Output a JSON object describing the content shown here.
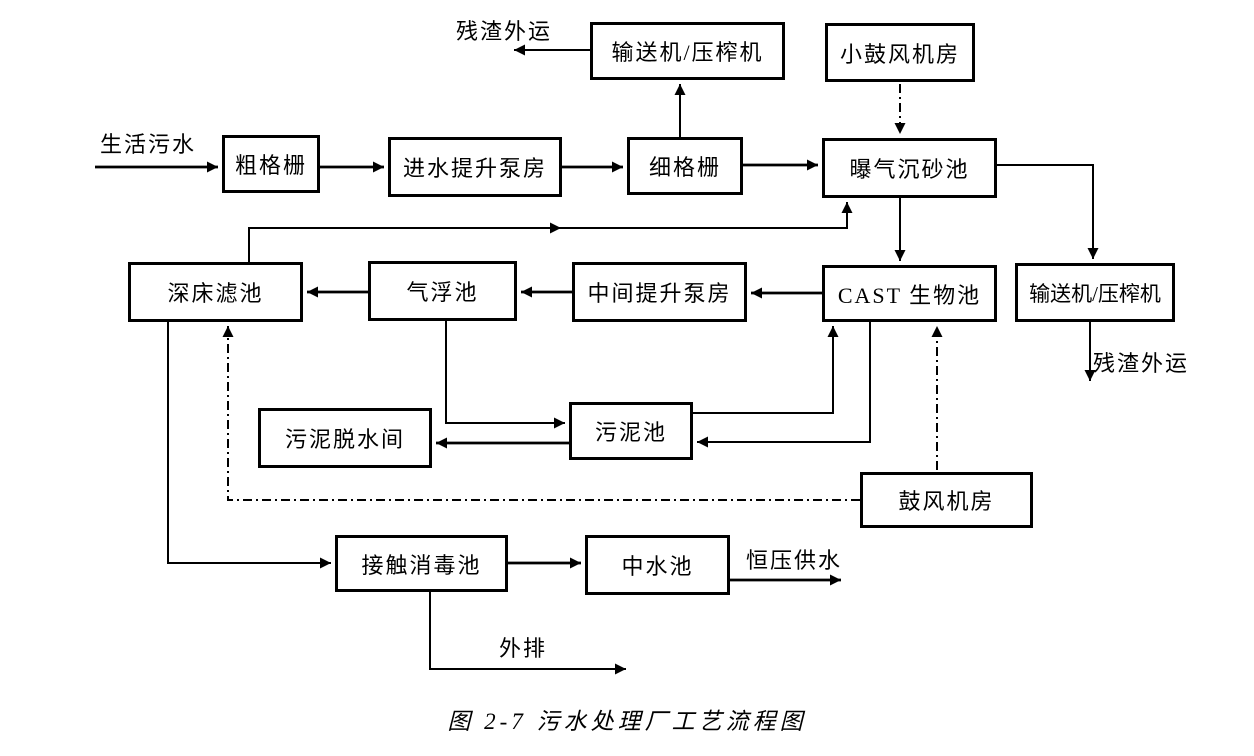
{
  "caption": "图 2-7 污水处理厂工艺流程图",
  "nodes": {
    "conveyor_press_top": {
      "label": "输送机/压榨机"
    },
    "small_blower_room": {
      "label": "小鼓风机房"
    },
    "coarse_screen": {
      "label": "粗格栅"
    },
    "inlet_pump": {
      "label": "进水提升泵房"
    },
    "fine_screen": {
      "label": "细格栅"
    },
    "grit_chamber": {
      "label": "曝气沉砂池"
    },
    "deep_bed_filter": {
      "label": "深床滤池"
    },
    "daf_tank": {
      "label": "气浮池"
    },
    "mid_pump": {
      "label": "中间提升泵房"
    },
    "cast_tank": {
      "label": "CAST 生物池"
    },
    "conveyor_press_right": {
      "label": "输送机/压榨机"
    },
    "sludge_dewatering": {
      "label": "污泥脱水间"
    },
    "sludge_tank": {
      "label": "污泥池"
    },
    "blower_room": {
      "label": "鼓风机房"
    },
    "contact_disinfection": {
      "label": "接触消毒池"
    },
    "reclaimed_tank": {
      "label": "中水池"
    }
  },
  "labels": {
    "influent": "生活污水",
    "residue_out_top": "残渣外运",
    "residue_out_right": "残渣外运",
    "pressurized_supply": "恒压供水",
    "discharge": "外排"
  },
  "edges": [
    {
      "from": "influent",
      "to": "coarse_screen",
      "style": "solid"
    },
    {
      "from": "coarse_screen",
      "to": "inlet_pump",
      "style": "solid"
    },
    {
      "from": "inlet_pump",
      "to": "fine_screen",
      "style": "solid"
    },
    {
      "from": "fine_screen",
      "to": "grit_chamber",
      "style": "solid"
    },
    {
      "from": "fine_screen",
      "to": "conveyor_press_top",
      "style": "solid"
    },
    {
      "from": "conveyor_press_top",
      "to": "residue_out_top",
      "style": "solid"
    },
    {
      "from": "small_blower_room",
      "to": "grit_chamber",
      "style": "dash-dot"
    },
    {
      "from": "grit_chamber",
      "to": "cast_tank",
      "style": "solid"
    },
    {
      "from": "grit_chamber",
      "to": "conveyor_press_right",
      "style": "solid"
    },
    {
      "from": "conveyor_press_right",
      "to": "residue_out_right",
      "style": "solid"
    },
    {
      "from": "deep_bed_filter",
      "to": "grit_chamber",
      "style": "solid"
    },
    {
      "from": "cast_tank",
      "to": "mid_pump",
      "style": "solid"
    },
    {
      "from": "mid_pump",
      "to": "daf_tank",
      "style": "solid"
    },
    {
      "from": "daf_tank",
      "to": "deep_bed_filter",
      "style": "solid"
    },
    {
      "from": "daf_tank",
      "to": "sludge_tank",
      "style": "solid"
    },
    {
      "from": "sludge_tank",
      "to": "cast_tank",
      "style": "solid"
    },
    {
      "from": "cast_tank",
      "to": "sludge_tank",
      "style": "solid"
    },
    {
      "from": "sludge_tank",
      "to": "sludge_dewatering",
      "style": "solid"
    },
    {
      "from": "blower_room",
      "to": "cast_tank",
      "style": "dash-dot"
    },
    {
      "from": "blower_room",
      "to": "deep_bed_filter",
      "style": "dash-dot"
    },
    {
      "from": "deep_bed_filter",
      "to": "contact_disinfection",
      "style": "solid"
    },
    {
      "from": "contact_disinfection",
      "to": "reclaimed_tank",
      "style": "solid"
    },
    {
      "from": "reclaimed_tank",
      "to": "pressurized_supply",
      "style": "solid"
    },
    {
      "from": "contact_disinfection",
      "to": "discharge",
      "style": "solid"
    }
  ],
  "colors": {
    "line": "#000000",
    "background": "#ffffff"
  }
}
